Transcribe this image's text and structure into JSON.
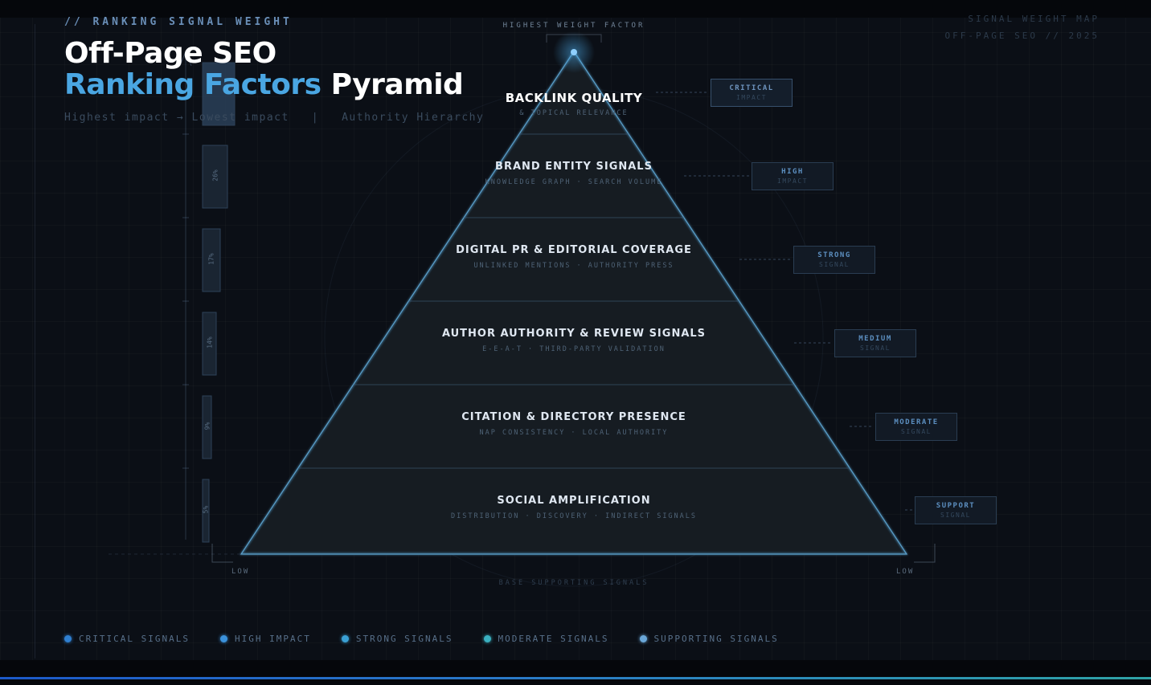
{
  "header": {
    "eyebrow": "// RANKING SIGNAL WEIGHT",
    "title_line1": "Off-Page SEO",
    "title_line2_accent": "Ranking Factors",
    "title_line2_rest": "Pyramid",
    "subtitle": "Highest impact → Lowest impact   |   Authority Hierarchy"
  },
  "corner": {
    "line1": "SIGNAL WEIGHT MAP",
    "line2": "OFF-PAGE SEO // 2025"
  },
  "apex_label": "HIGHEST WEIGHT FACTOR",
  "tiers": [
    {
      "title": "BACKLINK QUALITY",
      "sub": "& TOPICAL RELEVANCE",
      "badge_top": "CRITICAL",
      "badge_bottom": "IMPACT"
    },
    {
      "title": "BRAND ENTITY SIGNALS",
      "sub": "KNOWLEDGE GRAPH · SEARCH VOLUME",
      "badge_top": "HIGH",
      "badge_bottom": "IMPACT"
    },
    {
      "title": "DIGITAL PR & EDITORIAL COVERAGE",
      "sub": "UNLINKED MENTIONS · AUTHORITY PRESS",
      "badge_top": "STRONG",
      "badge_bottom": "SIGNAL"
    },
    {
      "title": "AUTHOR AUTHORITY & REVIEW SIGNALS",
      "sub": "E-E-A-T · THIRD-PARTY VALIDATION",
      "badge_top": "MEDIUM",
      "badge_bottom": "SIGNAL"
    },
    {
      "title": "CITATION & DIRECTORY PRESENCE",
      "sub": "NAP CONSISTENCY · LOCAL AUTHORITY",
      "badge_top": "MODERATE",
      "badge_bottom": "SIGNAL"
    },
    {
      "title": "SOCIAL AMPLIFICATION",
      "sub": "DISTRIBUTION · DISCOVERY · INDIRECT SIGNALS",
      "badge_top": "SUPPORT",
      "badge_bottom": "SIGNAL"
    }
  ],
  "weights": [
    {
      "label": "",
      "value": 1.0
    },
    {
      "label": "26%",
      "value": 0.78
    },
    {
      "label": "17%",
      "value": 0.55
    },
    {
      "label": "14%",
      "value": 0.42
    },
    {
      "label": "9%",
      "value": 0.27
    },
    {
      "label": "5%",
      "value": 0.18
    }
  ],
  "low_left": "LOW",
  "low_right": "LOW",
  "base_label": "BASE SUPPORTING SIGNALS",
  "legend": [
    {
      "label": "CRITICAL SIGNALS",
      "color": "#2f7fd0"
    },
    {
      "label": "HIGH IMPACT",
      "color": "#3b92dc"
    },
    {
      "label": "STRONG SIGNALS",
      "color": "#3aa0d4"
    },
    {
      "label": "MODERATE SIGNALS",
      "color": "#3ab0c0"
    },
    {
      "label": "SUPPORTING SIGNALS",
      "color": "#6aa7d8"
    }
  ],
  "colors": {
    "accent": "#4aa6e2",
    "pyramid_stroke": "#5fa8d6",
    "pyramid_fill": "#141b24"
  }
}
